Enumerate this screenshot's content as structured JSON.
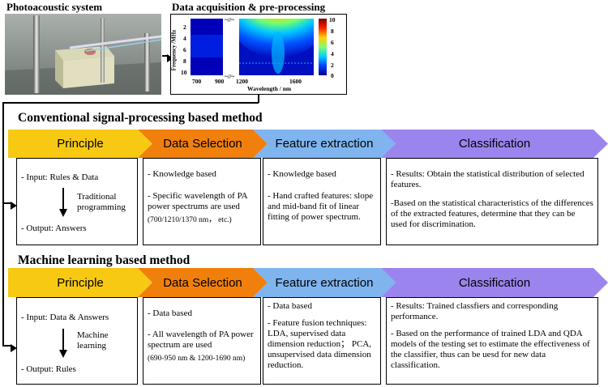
{
  "top": {
    "photo_title": "Photoacoustic system",
    "data_title": "Data acquisition & pre-processing",
    "spectrogram": {
      "y_label": "Frequency /MHz",
      "x_label": "Wavelength / nm",
      "y_ticks": [
        "2",
        "4",
        "6",
        "8",
        "10"
      ],
      "x_ticks": [
        "700",
        "900",
        "1200",
        "1600"
      ],
      "break_mark": "~//~",
      "colorbar_ticks": [
        "10",
        "8",
        "6",
        "4",
        "2",
        "0"
      ]
    }
  },
  "conventional": {
    "title": "Conventional signal-processing based method",
    "headers": [
      "Principle",
      "Data Selection",
      "Feature extraction",
      "Classification"
    ],
    "principle": {
      "input": "- Input: Rules & Data",
      "mid": "Traditional programming",
      "output": "- Output: Answers"
    },
    "selection": {
      "l1": "- Knowledge based",
      "l2": "- Specific wavelength of PA power spectrums are used",
      "l3": "(700/1210/1370 nm， etc.)"
    },
    "feature": {
      "l1": "- Knowledge based",
      "l2": "- Hand crafted features: slope and mid-band fit of linear fitting of power spectrum."
    },
    "classification": {
      "l1": "- Results: Obtain the statistical distribution of selected features.",
      "l2": "-Based on the statistical characteristics of the differences of the extracted features, determine that they can be used for discrimination."
    }
  },
  "ml": {
    "title": "Machine learning based method",
    "headers": [
      "Principle",
      "Data Selection",
      "Feature extraction",
      "Classification"
    ],
    "principle": {
      "input": "- Input: Data & Answers",
      "mid": "Machine learning",
      "output": "- Output: Rules"
    },
    "selection": {
      "l1": "- Data based",
      "l2": "- All wavelength of PA power spectrum are used",
      "l3": "(690-950 nm & 1200-1690 nm)"
    },
    "feature": {
      "l1": "- Data based",
      "l2": "- Feature fusion techniques: LDA, supervised data dimension reduction； PCA, unsupervised data dimension reduction."
    },
    "classification": {
      "l1": "- Results: Trained classfiers and corresponding performance.",
      "l2": "- Based on the performance of  trained LDA and QDA models of the testing set to estimate the effectiveness of the classifier, thus can be uesd for new data classification."
    }
  },
  "colors": {
    "principle": "#f7c912",
    "selection": "#f07f0c",
    "feature": "#7fb4ee",
    "classification": "#9b84ee"
  }
}
